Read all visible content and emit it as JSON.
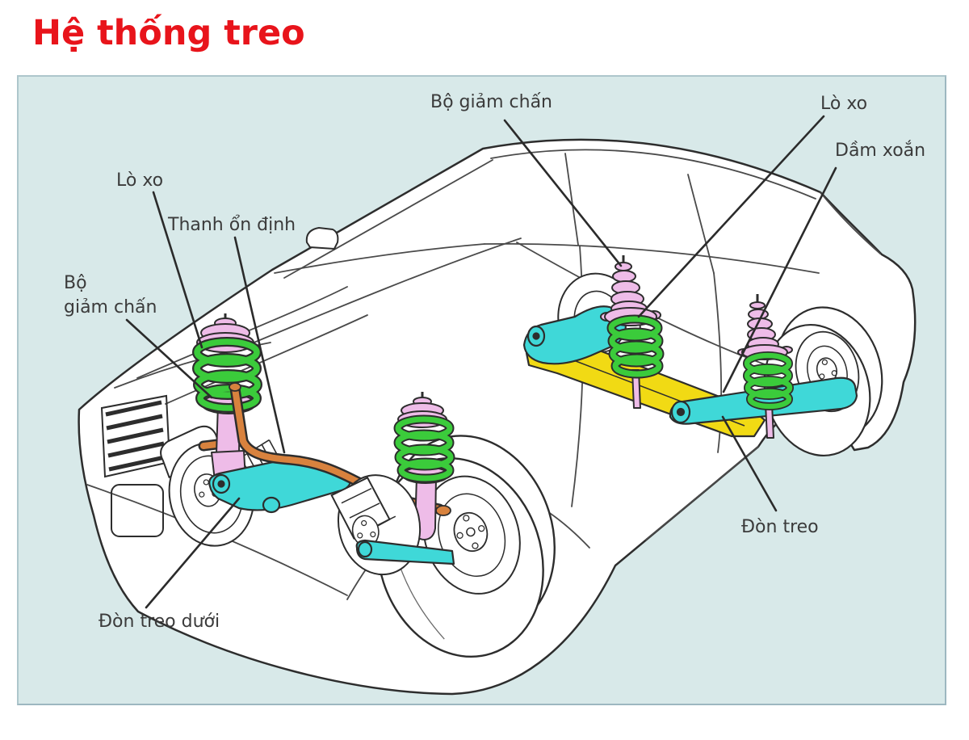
{
  "title": "Hệ thống treo",
  "panel": {
    "background": "#d8e9e9",
    "border": "#aec6cc"
  },
  "colors": {
    "title_red": "#e8141b",
    "outline": "#2d2d2d",
    "label_text": "#3b3b3b",
    "body_fill": "#ffffff",
    "shock_pink": "#eebce8",
    "spring_green": "#3bcb3b",
    "beam_yellow": "#f1da14",
    "arm_cyan": "#3fd8d8",
    "stabilizer_orange": "#d8823e"
  },
  "labels": {
    "damper_top": "Bộ giảm chấn",
    "spring_right": "Lò xo",
    "torsion_beam": "Dầm xoắn",
    "spring_left": "Lò xo",
    "stabilizer": "Thanh ổn định",
    "damper_left_line1": "Bộ",
    "damper_left_line2": "giảm chấn",
    "trailing_arm": "Đòn treo",
    "lower_arm": "Đòn treo dưới"
  }
}
